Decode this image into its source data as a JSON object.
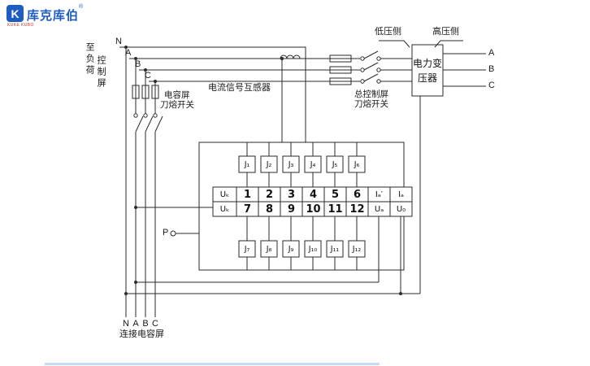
{
  "logo": {
    "icon_letter": "K",
    "brand": "库克库伯",
    "reg_mark": "®",
    "tagline": "KUKE KUBO",
    "brand_color": "#1d5cc0",
    "tagline_color": "#d03030"
  },
  "phases": {
    "n": "N",
    "a": "A",
    "b": "B",
    "c": "C"
  },
  "labels": {
    "to_load_line1": "至负荷",
    "to_load_line2": "控制屏",
    "cap_switch_line1": "电容屏",
    "cap_switch_line2": "刀熔开关",
    "ct": "电流信号互感器",
    "lv_side": "低压侧",
    "hv_side": "高压侧",
    "transformer": "电力变压器",
    "main_switch_line1": "总控制屏",
    "main_switch_line2": "刀熔开关",
    "p_terminal": "P",
    "connect_cap": "连接电容屏"
  },
  "terminal_strip": {
    "left": [
      "Uₖ",
      "Uₖ"
    ],
    "top_numbers": [
      "1",
      "2",
      "3",
      "4",
      "5",
      "6"
    ],
    "bottom_numbers": [
      "7",
      "8",
      "9",
      "10",
      "11",
      "12"
    ],
    "right_top": [
      "Iₐ′",
      "Iₐ"
    ],
    "right_bottom": [
      "Uₐ",
      "U₀"
    ]
  },
  "relays": {
    "top": [
      "J₁",
      "J₂",
      "J₃",
      "J₄",
      "J₅",
      "J₆"
    ],
    "bottom": [
      "J₇",
      "J₈",
      "J₉",
      "J₁₀",
      "J₁₁",
      "J₁₂"
    ]
  },
  "line_color": "#2a2a2a"
}
